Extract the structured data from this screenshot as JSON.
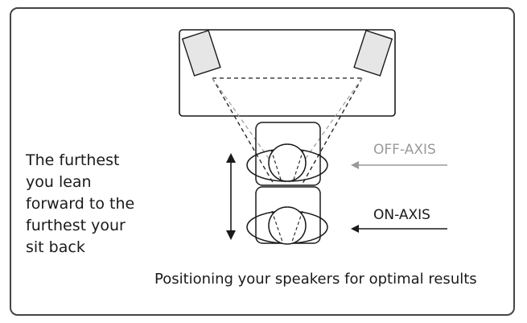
{
  "caption_lines": [
    "The furthest",
    "you lean",
    "forward to the",
    "furthest your",
    "sit back"
  ],
  "labels": {
    "off_axis": "OFF-AXIS",
    "on_axis": "ON-AXIS"
  },
  "bottom_caption": "Positioning your speakers for optimal results",
  "colors": {
    "outline": "#1a1a1a",
    "off_axis_gray": "#9a9a9a"
  }
}
